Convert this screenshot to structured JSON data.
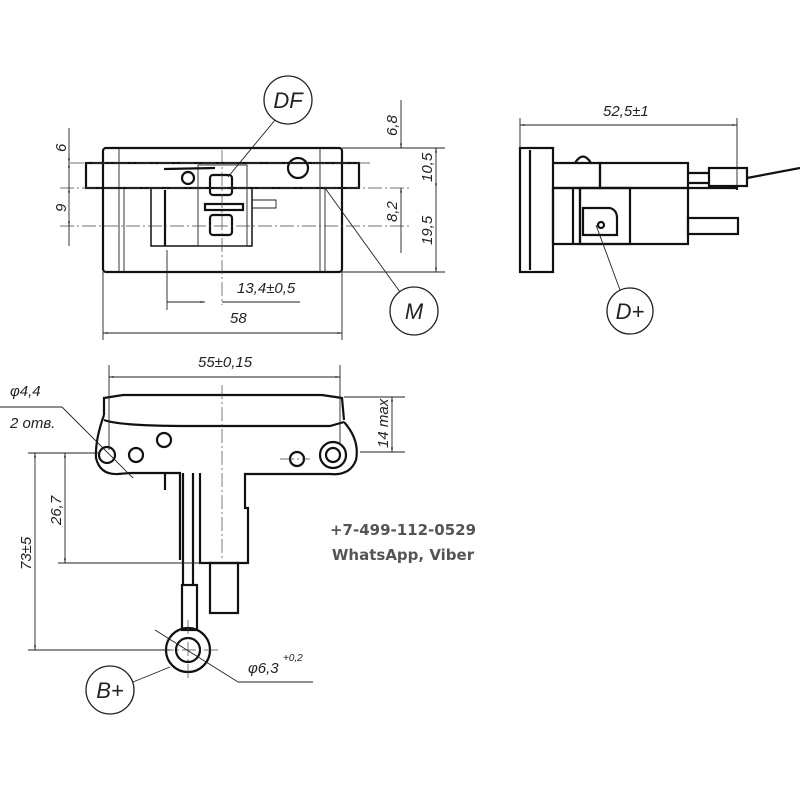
{
  "drawing": {
    "front_view": {
      "callouts": {
        "df": "DF",
        "m": "M"
      },
      "dimensions": {
        "width": "58",
        "offset": "13,4±0,5",
        "d_6_8": "6,8",
        "d_10_5": "10,5",
        "d_8_2": "8,2",
        "d_19_5": "19,5",
        "d_6": "6",
        "d_9": "9"
      }
    },
    "side_view": {
      "callouts": {
        "d_plus": "D+"
      },
      "dimensions": {
        "length": "52,5±1"
      }
    },
    "bottom_view": {
      "callouts": {
        "b_plus": "B+"
      },
      "dimensions": {
        "span": "55±0,15",
        "height_max": "14 max",
        "d_26_7": "26,7",
        "d_73": "73±5",
        "hole_dia": "φ4,4",
        "hole_count": "2 отв.",
        "ring_dia": "φ6,3",
        "ring_tol": "+0,2"
      }
    }
  },
  "contact": {
    "phone": "+7-499-112-0529",
    "messengers": "WhatsApp, Viber"
  }
}
